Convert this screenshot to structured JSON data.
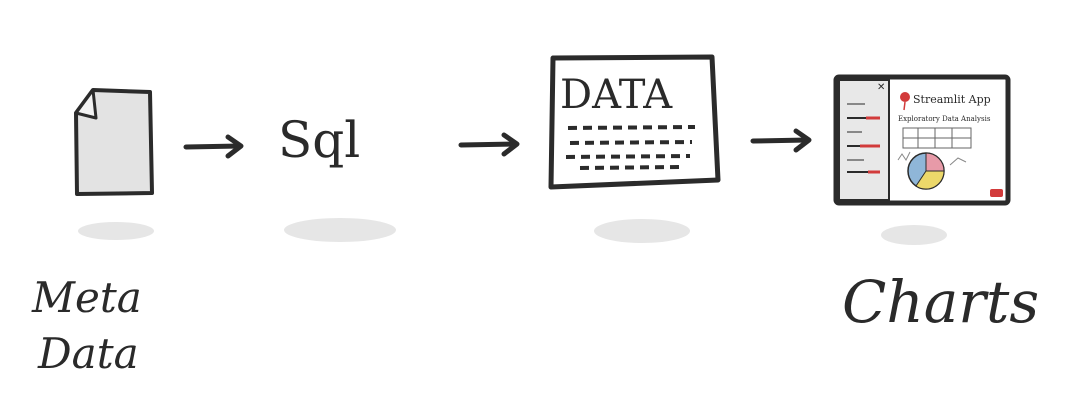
{
  "flow": {
    "steps": [
      {
        "id": "metadata",
        "icon": "document-icon",
        "caption_line1": "Meta",
        "caption_line2": "Data"
      },
      {
        "id": "sql",
        "icon_text": "Sql"
      },
      {
        "id": "data",
        "icon_text": "DATA"
      },
      {
        "id": "charts",
        "caption": "Charts",
        "app": {
          "title": "Streamlit App",
          "subtitle": "Exploratory Data Analysis"
        }
      }
    ]
  },
  "colors": {
    "ink": "#2b2b2b",
    "paper": "#e3e3e3",
    "shadow": "#e6e6e6",
    "accent_red": "#d23b3b",
    "pie_blue": "#8fb6d8",
    "pie_yellow": "#ecd86a",
    "pie_pink": "#e79aa8"
  }
}
